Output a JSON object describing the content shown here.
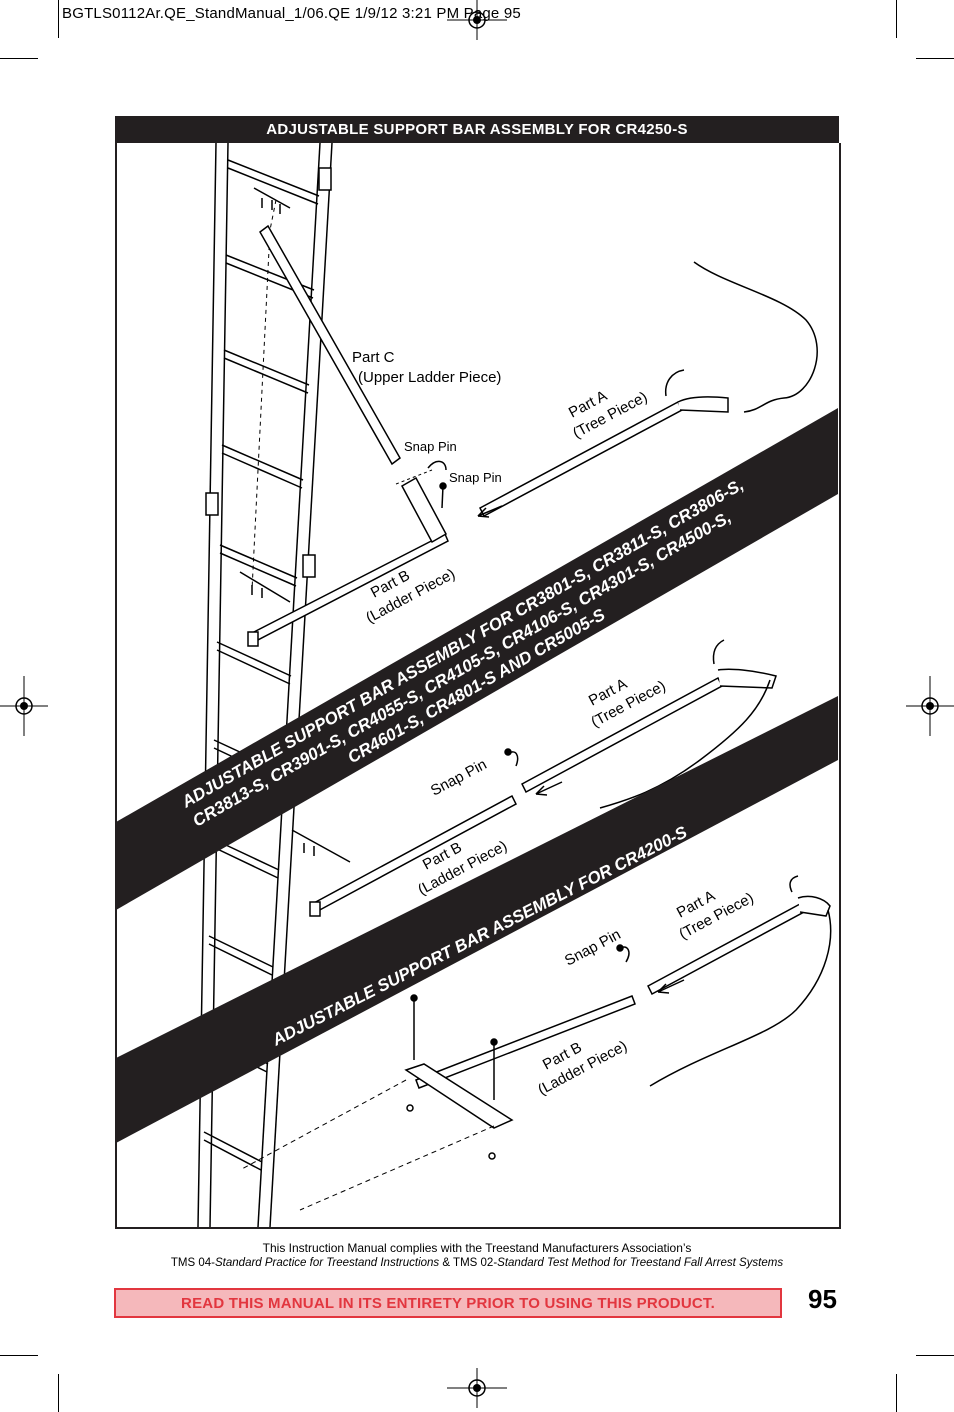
{
  "slug_line": "BGTLS0112Ar.QE_StandManual_1/06.QE  1/9/12  3:21 PM  Page 95",
  "header": {
    "title": "ADJUSTABLE SUPPORT BAR ASSEMBLY FOR CR4250-S"
  },
  "diagram": {
    "section1": {
      "part_c_line1": "Part C",
      "part_c_line2": "(Upper Ladder Piece)",
      "snap_pin_1": "Snap Pin",
      "snap_pin_2": "Snap Pin",
      "part_a_line1": "Part A",
      "part_a_line2": "(Tree Piece)",
      "part_b_line1": "Part B",
      "part_b_line2": "(Ladder Piece)"
    },
    "band1": {
      "line1": "ADJUSTABLE SUPPORT BAR ASSEMBLY FOR CR3801-S, CR3811-S, CR3806-S,",
      "line2": "CR3813-S, CR3901-S, CR4055-S, CR4105-S, CR4106-S, CR4301-S, CR4500-S,",
      "line3": "CR4601-S, CR4801-S AND CR5005-S"
    },
    "section2": {
      "part_a_line1": "Part A",
      "part_a_line2": "(Tree Piece)",
      "snap_pin": "Snap Pin",
      "part_b_line1": "Part B",
      "part_b_line2": "(Ladder Piece)"
    },
    "band2": {
      "line1": "ADJUSTABLE SUPPORT BAR ASSEMBLY FOR CR4200-S"
    },
    "section3": {
      "snap_pin": "Snap Pin",
      "part_a_line1": "Part A",
      "part_a_line2": "(Tree Piece)",
      "part_b_line1": "Part B",
      "part_b_line2": "(Ladder Piece)"
    }
  },
  "footer": {
    "compliance_line1": "This Instruction Manual complies with the Treestand Manufacturers Association’s",
    "tms04_code": "TMS 04",
    "tms04_title": "Standard Practice for Treestand Instructions",
    "connector": "&",
    "tms02_code": "TMS 02",
    "tms02_title": "Standard Test Method for Treestand Fall Arrest Systems",
    "warning": "READ THIS MANUAL IN ITS ENTIRETY PRIOR TO USING THIS PRODUCT.",
    "page_number": "95"
  },
  "colors": {
    "band": "#231f20",
    "warning_text": "#e2363f",
    "warning_fill": "#f5b8bb"
  }
}
